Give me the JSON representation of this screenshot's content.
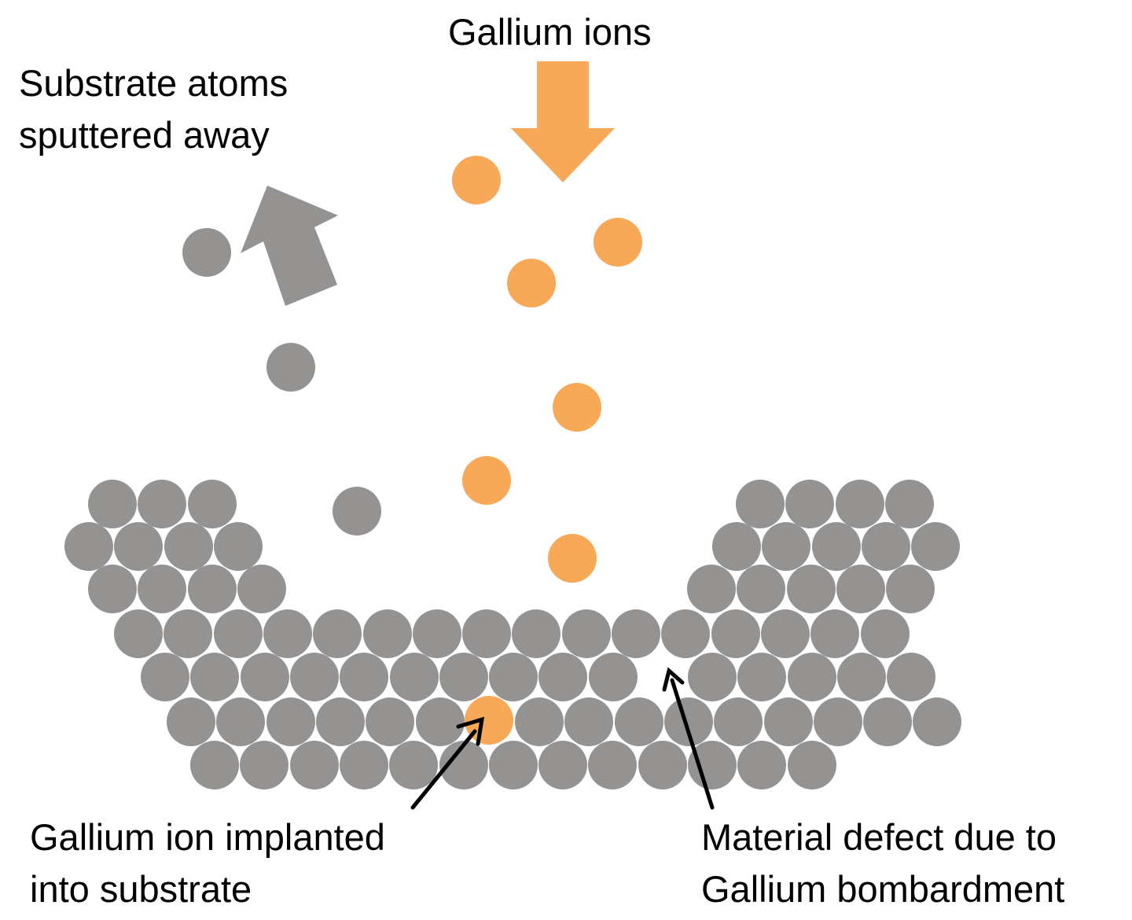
{
  "labels": {
    "gallium_ions": "Gallium ions",
    "sputtered_line1": "Substrate atoms",
    "sputtered_line2": "sputtered away",
    "implanted_line1": "Gallium ion implanted",
    "implanted_line2": "into substrate",
    "defect_line1": "Material defect due to",
    "defect_line2": "Gallium bombardment"
  },
  "colors": {
    "substrate_atom": "#959292",
    "gallium_ion": "#f8a957",
    "pointer_arrow": "#000000",
    "text": "#000000",
    "background": "#ffffff"
  },
  "substrate": {
    "rows": 7,
    "missing_atoms": 1,
    "implanted_ions": 1
  },
  "free_gallium_ions": 6,
  "sputtered_atoms": 3
}
